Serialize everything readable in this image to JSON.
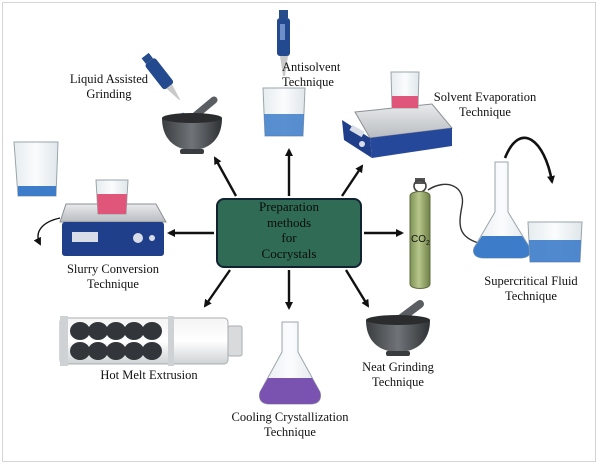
{
  "center": {
    "line1": "Preparation",
    "line2": "methods",
    "line3": "for",
    "line4": "Cocrystals"
  },
  "methods": {
    "antisolvent": {
      "line1": "Antisolvent",
      "line2": "Technique"
    },
    "liquid_assisted": {
      "line1": "Liquid Assisted",
      "line2": "Grinding"
    },
    "solvent_evaporation": {
      "line1": "Solvent Evaporation",
      "line2": "Technique"
    },
    "slurry": {
      "line1": "Slurry Conversion",
      "line2": "Technique"
    },
    "supercritical": {
      "line1": "Supercritical Fluid",
      "line2": "Technique"
    },
    "hot_melt": {
      "line1": "Hot Melt Extrusion"
    },
    "neat_grinding": {
      "line1": "Neat Grinding",
      "line2": "Technique"
    },
    "cooling": {
      "line1": "Cooling Crystallization",
      "line2": "Technique"
    }
  },
  "cylinder_label": "CO",
  "cylinder_sub": "2",
  "colors": {
    "center_box": "#2f6b55",
    "arrow": "#111111",
    "liquid_blue": "#3d7cc9",
    "liquid_pink": "#e0567b",
    "liquid_purple": "#7a53b0",
    "hotplate": "#1f3f8a",
    "cylinder": "#9aab6e"
  }
}
